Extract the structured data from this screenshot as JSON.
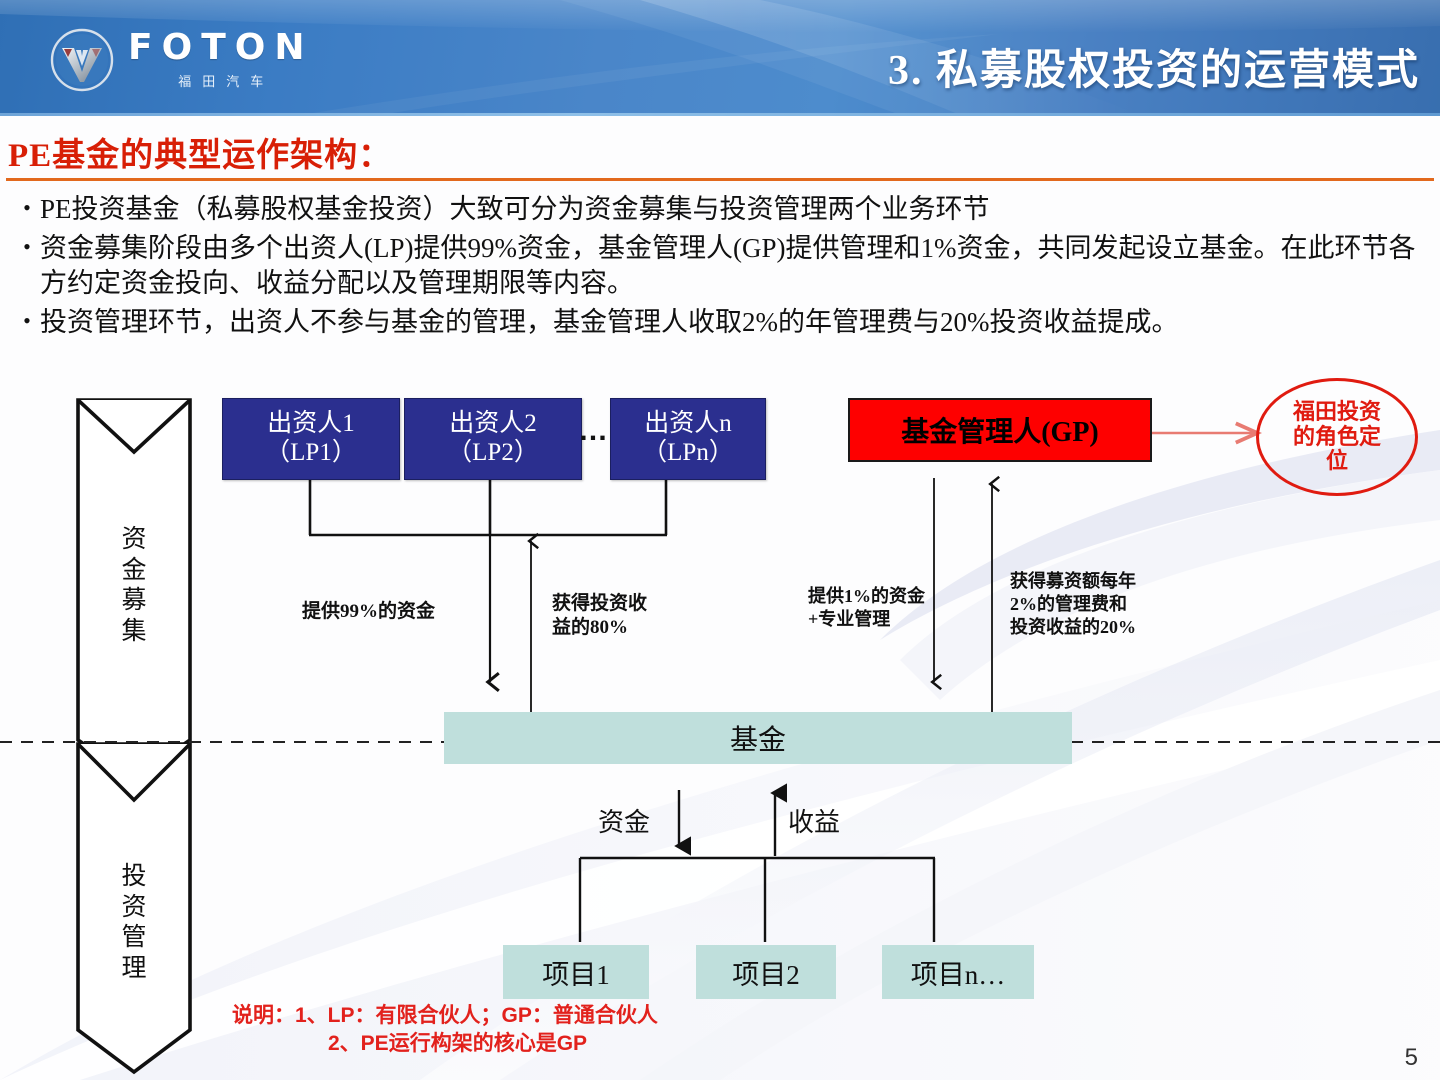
{
  "header": {
    "logo_word": "FOTON",
    "logo_cn": "福田汽车",
    "title": "3. 私募股权投资的运营模式",
    "brand_blue": "#3b7cc4"
  },
  "section": {
    "title": "PE基金的典型运作架构：",
    "title_color": "#d81f06",
    "rule_color": "#e2691d"
  },
  "bullets": [
    {
      "marker": "•",
      "text": "PE投资基金（私募股权基金投资）大致可分为资金募集与投资管理两个业务环节"
    },
    {
      "marker": "•",
      "text": "资金募集阶段由多个出资人(LP)提供99%资金，基金管理人(GP)提供管理和1%资金，共同发起设立基金。在此环节各方约定资金投向、收益分配以及管理期限等内容。"
    },
    {
      "marker": "•",
      "text": "投资管理环节，出资人不参与基金的管理，基金管理人收取2%的年管理费与20%投资收益提成。"
    }
  ],
  "diagram": {
    "phases": [
      {
        "label": "资金募集"
      },
      {
        "label": "投资管理"
      }
    ],
    "lp_boxes": [
      {
        "line1": "出资人1",
        "line2": "（LP1）"
      },
      {
        "line1": "出资人2",
        "line2": "（LP2）"
      },
      {
        "line1": "出资人n",
        "line2": "（LPn）"
      }
    ],
    "lp_ellipsis": "…",
    "gp_box": {
      "label": "基金管理人(GP)",
      "fill": "#fe0000"
    },
    "role_note": "福田投资的角色定位",
    "role_note_color": "#e01b10",
    "fund_box": {
      "label": "基金",
      "fill": "#bfdfdc"
    },
    "project_boxes": [
      {
        "label": "项目1"
      },
      {
        "label": "项目2"
      },
      {
        "label": "项目n…"
      }
    ],
    "flow_labels": {
      "lp_contribute": "提供99%的资金",
      "lp_return": "获得投资收益的80%",
      "gp_contribute": "提供1%的资金+专业管理",
      "gp_return": "获得募资额每年2%的管理费和投资收益的20%",
      "fund_out": "资金",
      "fund_in": "收益"
    }
  },
  "footnotes": {
    "line1": "说明：1、LP：有限合伙人；GP：普通合伙人",
    "line2": "2、PE运行构架的核心是GP",
    "color": "#e2211c"
  },
  "page_number": "5"
}
